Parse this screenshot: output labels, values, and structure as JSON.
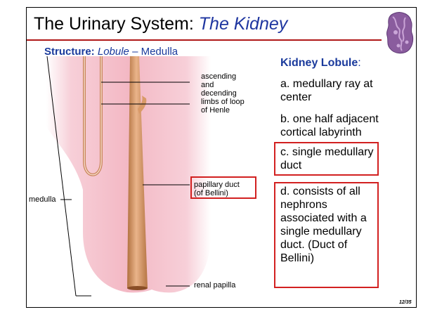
{
  "slide": {
    "title_main": "The Urinary System: ",
    "title_em": "The Kidney",
    "subtitle_bold": "Structure:",
    "subtitle_italic": "Lobule",
    "subtitle_rest": "– Medulla",
    "page_number": "12/35"
  },
  "diagram": {
    "labels": {
      "loop": "ascending\nand\ndecending\nlimbs of loop\nof Henle",
      "duct": "papillary duct\n(of Bellini)",
      "medulla": "medulla",
      "papilla": "renal papilla"
    }
  },
  "right": {
    "heading_bold": "Kidney Lobule",
    "heading_colon": ":",
    "items": [
      "a. medullary ray at center",
      "b. one half adjacent cortical labyrinth",
      "c. single medullary duct",
      "d. consists of all nephrons associated with a single medullary duct. (Duct of Bellini)"
    ]
  },
  "colors": {
    "accent_rule": "#b01818",
    "heading_blue": "#1a3a9c",
    "highlight_box": "#d22020",
    "tissue_pink": "#f3b8c4",
    "duct_tan": "#d99a68"
  }
}
